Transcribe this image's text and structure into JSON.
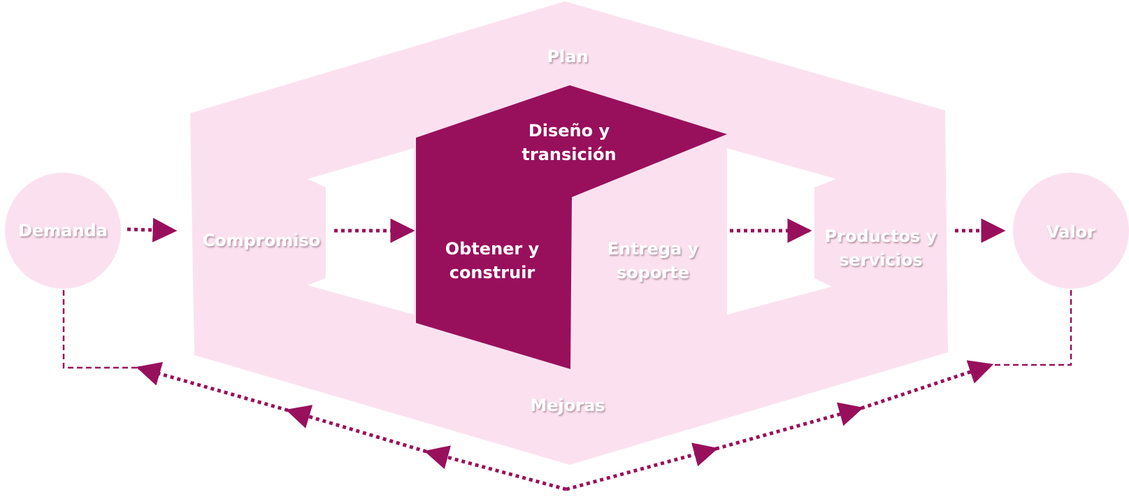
{
  "colors": {
    "light_pink": "#fbe1ef",
    "magenta": "#98105c",
    "white": "#ffffff"
  },
  "nodes": {
    "plan": "Plan",
    "improvements": "Mejoras",
    "demand": "Demanda",
    "value": "Valor",
    "engage": "Compromiso",
    "design_l1": "Diseño y",
    "design_l2": "transición",
    "obtain_l1": "Obtener y",
    "obtain_l2": "construir",
    "deliver_l1": "Entrega y",
    "deliver_l2": "soporte",
    "products_l1": "Productos y",
    "products_l2": "servicios"
  }
}
